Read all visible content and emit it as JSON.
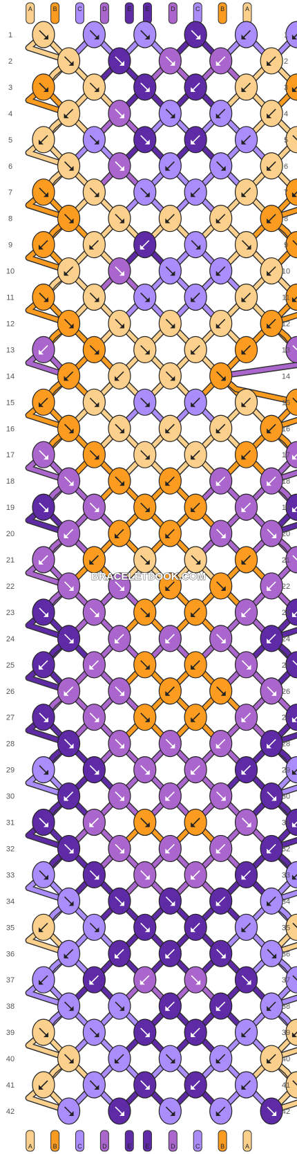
{
  "watermark": "BRACELETBOOK.COM",
  "strings": {
    "top": [
      "A",
      "B",
      "C",
      "D",
      "E",
      "E",
      "D",
      "C",
      "B",
      "A"
    ],
    "bottom": [
      "A",
      "B",
      "C",
      "D",
      "E",
      "E",
      "D",
      "C",
      "B",
      "A"
    ]
  },
  "colors": {
    "A": "#fbd08c",
    "B": "#fb9c20",
    "C": "#aa8cfa",
    "D": "#aa66cc",
    "E": "#5e2aa5"
  },
  "row_labels": [
    "1",
    "2",
    "3",
    "4",
    "5",
    "6",
    "7",
    "8",
    "9",
    "10",
    "11",
    "12",
    "13",
    "14",
    "15",
    "16",
    "17",
    "18",
    "19",
    "20",
    "21",
    "22",
    "23",
    "24",
    "25",
    "26",
    "27",
    "28",
    "29",
    "30",
    "31",
    "32",
    "33",
    "34",
    "35",
    "36",
    "37",
    "38",
    "39",
    "40",
    "41",
    "42"
  ],
  "knot_colors": [
    "AcCEcCA",
    "AeDDAA",
    "BAEEAB",
    "ADCCAD",
    "ACEECA",
    "ADCCAD",
    "BACCAB",
    "BAAAB",
    "BAECAB",
    "ADCCAD",
    "BACCAB",
    "BAAAB",
    "DBAABD",
    "BAAB",
    "BACCAB",
    "BAAAB",
    "DBAABD",
    "DBBDD",
    "EDBBDE",
    "DBBDD",
    "DBAABD",
    "DDBBDD",
    "EDBBDE",
    "EDDDE",
    "EDBBDE",
    "DDBBDD",
    "EDBBDE",
    "EDDDE",
    "CEDDEC",
    "EDDDE",
    "EDBBDE",
    "EDDDE",
    "CEDDEC",
    "CEEEC",
    "ACEECA",
    "CEEEC",
    "CEDDEC",
    "CCEEC",
    "ACEECA",
    "ACCCA",
    "ACEECA",
    "CECCE"
  ],
  "knot_arrows": [
    "r,r,r,r,l,l,l",
    "r,r,r,l,l,l",
    "R,r,r,l,l,L",
    "l,r,r,l,l,r",
    "l,r,R,L,l,r",
    "r,r,l,r,l,l",
    "r,r,r,l,l,l",
    "R,r,l,l,L",
    "l,l,l,r,r,r",
    "l,r,r,l,l,r",
    "r,r,r,l,l,l",
    "r,r,r,l,l",
    "l,r,r,l,l,r",
    "l,l,r,r",
    "l,r,r,l,l,r",
    "r,r,l,l,l",
    "r,r,r,l,l,l",
    "r,r,l,l,l",
    "r,r,r,l,l,l",
    "l,l,l,r,r",
    "l,l,r,r,l,r",
    "r,r,l,r,l,l",
    "r,r,r,l,l,l",
    "r,l,l,r,l",
    "l,l,r,l,r,r",
    "l,r,l,r,r,l",
    "r,r,r,l,l,l",
    "r,r,r,l,l",
    "r,r,r,l,l,l",
    "l,r,l,r,r",
    "r,l,r,l,r,l",
    "r,r,l,l,l",
    "r,r,r,l,l,l",
    "r,r,r,l,l",
    "l,r,r,l,l,r",
    "l,l,l,r,r",
    "l,l,l,r,r,r",
    "r,r,l,l,l",
    "r,r,r,l,l,l",
    "r,l,r,l,l",
    "l,r,r,l,l,r",
    "r,r,r,l,r"
  ]
}
